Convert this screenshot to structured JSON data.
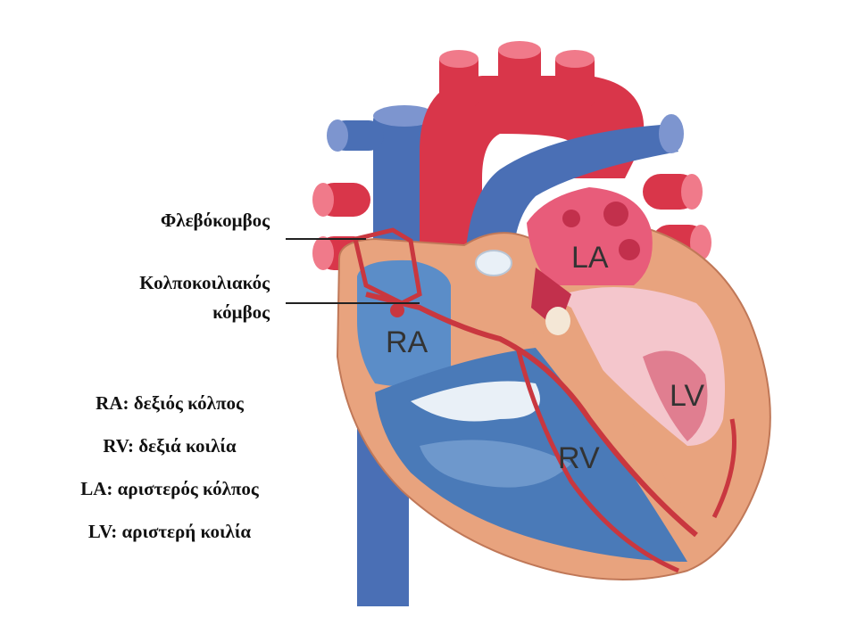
{
  "labels": {
    "sa_node": "Φλεβόκομβος",
    "av_node_line1": "Κολποκοιλιακός",
    "av_node_line2": "κόμβος"
  },
  "chambers": {
    "ra": "RA",
    "la": "LA",
    "rv": "RV",
    "lv": "LV"
  },
  "legend": [
    "RA: δεξιός κόλπος",
    "RV: δεξιά κοιλία",
    "LA: αριστερός κόλπος",
    "LV: αριστερή κοιλία"
  ],
  "colors": {
    "vein_blue": "#4a6fb5",
    "artery_red": "#d9364a",
    "tissue": "#e8a37e",
    "conduction": "#c9373f"
  }
}
